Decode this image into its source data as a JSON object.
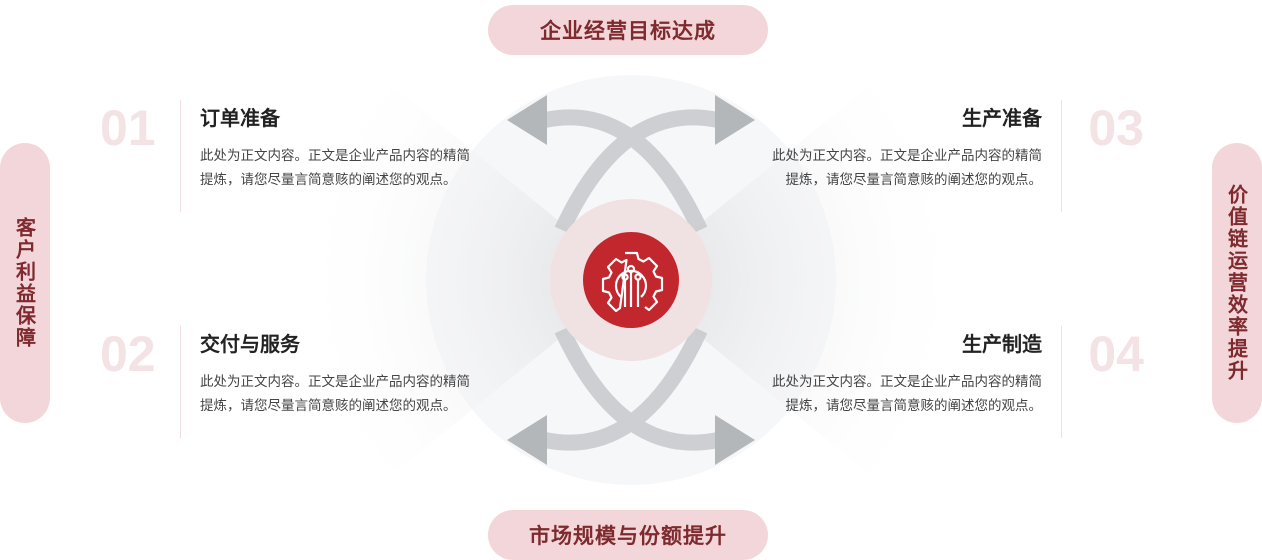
{
  "top_label": "企业经营目标达成",
  "bottom_label": "市场规模与份额提升",
  "left_label": "客户利益保障",
  "right_label": "价值链运营效率提升",
  "center_icon": "gear-circuit-icon",
  "colors": {
    "accent": "#c1272d",
    "pill": "#f3d6d9",
    "pill_text": "#7e2a2e",
    "number": "#f4e3e5"
  },
  "items": [
    {
      "num": "01",
      "title": "订单准备",
      "body": "此处为正文内容。正文是企业产品内容的精简提炼，请您尽量言简意赅的阐述您的观点。"
    },
    {
      "num": "02",
      "title": "交付与服务",
      "body": "此处为正文内容。正文是企业产品内容的精简提炼，请您尽量言简意赅的阐述您的观点。"
    },
    {
      "num": "03",
      "title": "生产准备",
      "body": "此处为正文内容。正文是企业产品内容的精简提炼，请您尽量言简意赅的阐述您的观点。"
    },
    {
      "num": "04",
      "title": "生产制造",
      "body": "此处为正文内容。正文是企业产品内容的精简提炼，请您尽量言简意赅的阐述您的观点。"
    }
  ]
}
